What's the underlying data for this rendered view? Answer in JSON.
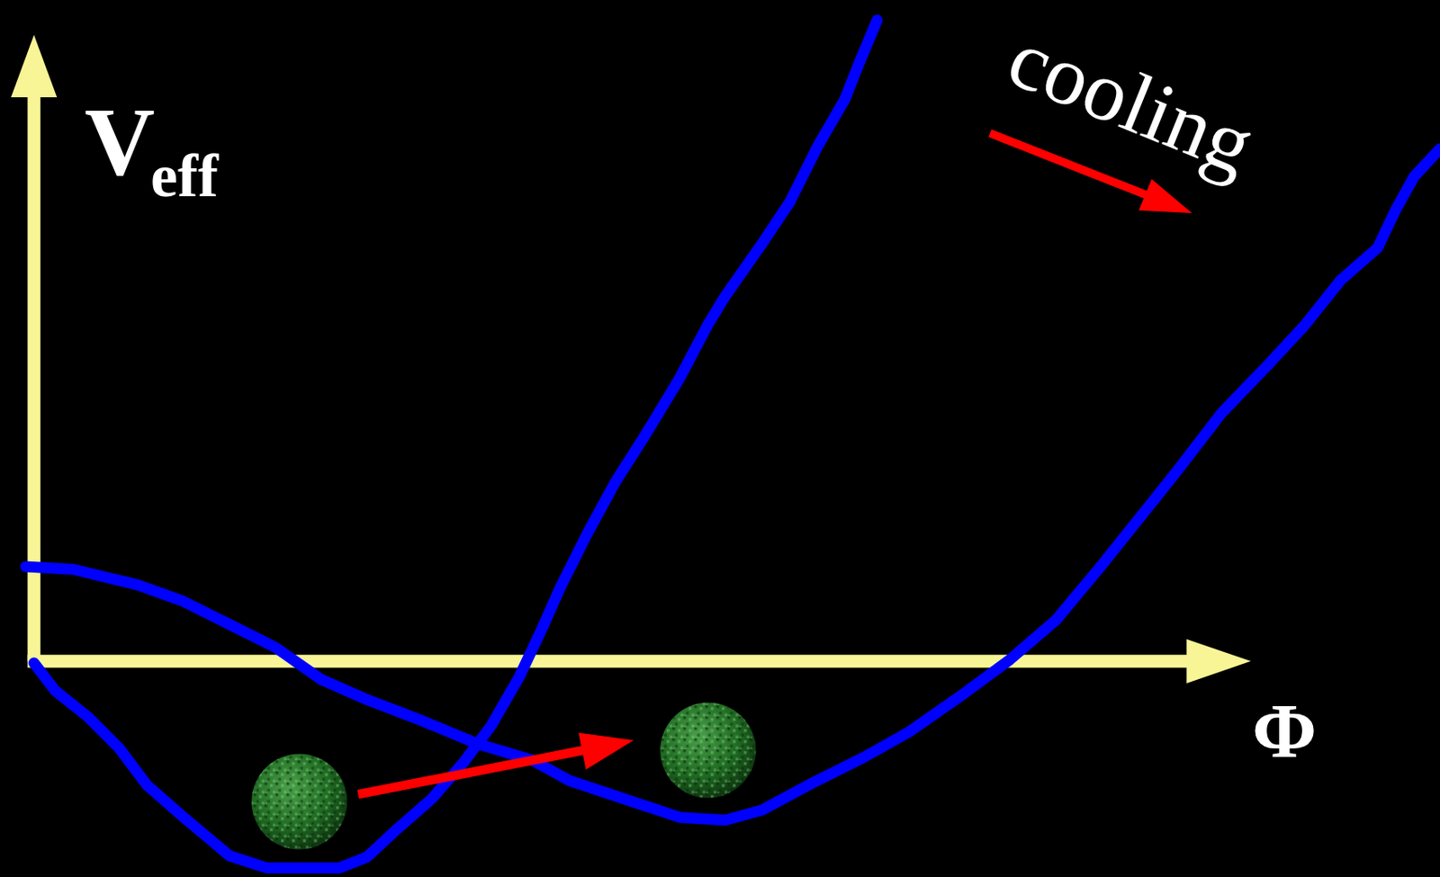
{
  "diagram": {
    "labels": [
      "V",
      "eff",
      "Φ",
      "cooling"
    ]
  }
}
